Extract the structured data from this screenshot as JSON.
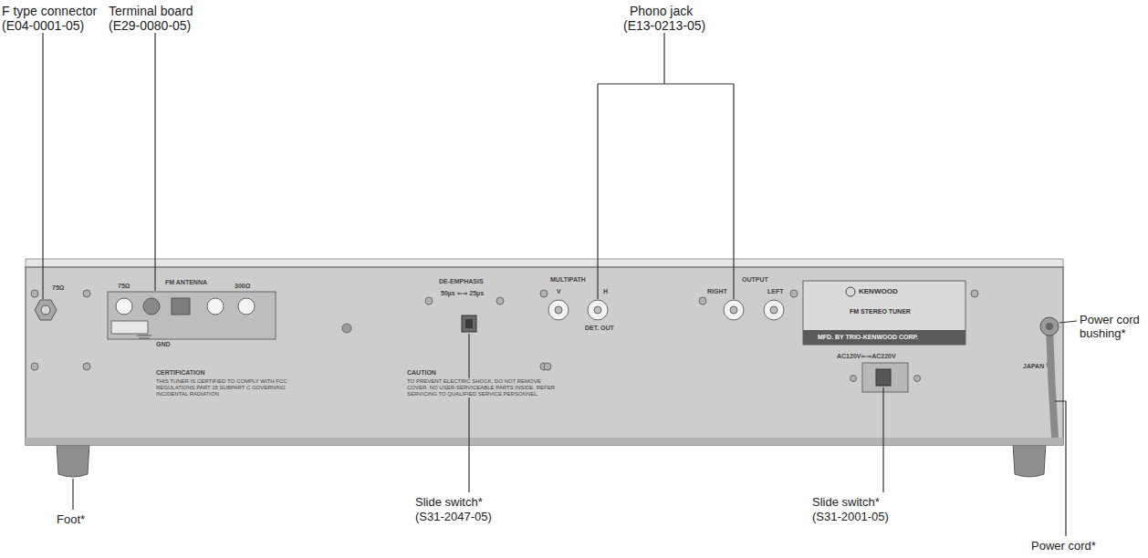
{
  "diagram": {
    "labels": [
      "F type connector",
      "(E04-0001-05)",
      "Terminal board",
      "(E29-0080-05)",
      "Phono jack",
      "(E13-0213-05)",
      "Foot*",
      "Slide switch*",
      "(S31-2047-05)",
      "Slide switch*",
      "(S31-2001-05)",
      "Power cord bushing*",
      "Power cord*",
      "75Ω",
      "FM ANTENNA",
      "75Ω",
      "300Ω",
      "GND",
      "DE-EMPHASIS",
      "50µs ⇐⇒ 25µs",
      "MULTIPATH",
      "V",
      "H",
      "DET. OUT",
      "OUTPUT",
      "RIGHT",
      "LEFT",
      "KENWOOD",
      "FM STEREO TUNER",
      "MFD. BY TRIO-KENWOOD CORP.",
      "CERTIFICATION",
      "THIS TUNER IS CERTIFIED TO COMPLY WITH FCC REGULATIONS PART 15 SUBPART C GOVERNING INCIDENTAL RADIATION",
      "CAUTION",
      "TO PREVENT ELECTRIC SHOCK, DO NOT REMOVE COVER. NO USER-SERVICEABLE PARTS INSIDE. REFER SERVICING TO QUALIFIED SERVICE PERSONNEL.",
      "AC120V⇐⇒AC220V",
      "JAPAN"
    ]
  }
}
